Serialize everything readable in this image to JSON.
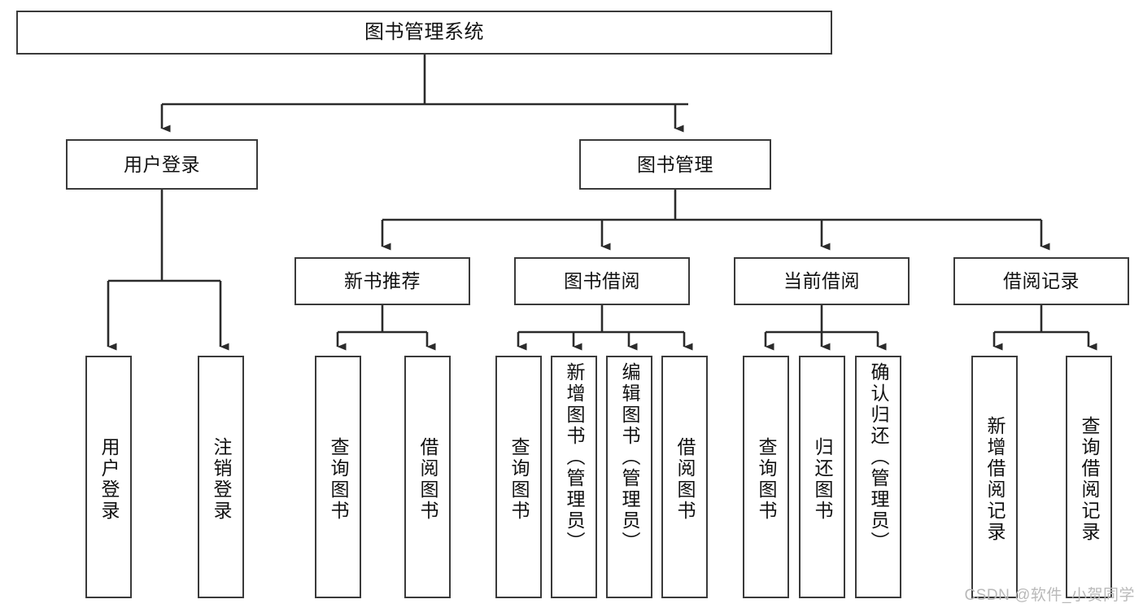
{
  "diagram": {
    "title": "图书管理系统",
    "type": "tree-hierarchy-diagram",
    "watermark": "CSDN @软件_小贺同学",
    "colors": {
      "background": "#ffffff",
      "box_border": "#3a3a3a",
      "box_fill": "#ffffff",
      "connector": "#2b2b2b",
      "text": "#111111",
      "watermark_text": "#b9b9b9"
    },
    "levels": {
      "root": "图书管理系统",
      "level2": [
        "用户登录",
        "图书管理"
      ],
      "level3": [
        "新书推荐",
        "图书借阅",
        "当前借阅",
        "借阅记录"
      ],
      "level4_groups": [
        {
          "parent": "用户登录",
          "children": [
            "用户登录",
            "注销登录"
          ]
        },
        {
          "parent": "新书推荐",
          "children": [
            "查询图书",
            "借阅图书"
          ]
        },
        {
          "parent": "图书借阅",
          "children": [
            "查询图书",
            "新增图书（管理员）",
            "编辑图书（管理员）",
            "借阅图书"
          ]
        },
        {
          "parent": "当前借阅",
          "children": [
            "查询图书",
            "归还图书",
            "确认归还（管理员）"
          ]
        },
        {
          "parent": "借阅记录",
          "children": [
            "新增借阅记录",
            "查询借阅记录"
          ]
        }
      ]
    },
    "nodes": {
      "root": {
        "label": "图书管理系统"
      },
      "user_login": {
        "label": "用户登录"
      },
      "book_manage": {
        "label": "图书管理"
      },
      "new_book_rec": {
        "label": "新书推荐"
      },
      "book_borrow": {
        "label": "图书借阅"
      },
      "current_borrow": {
        "label": "当前借阅"
      },
      "borrow_record": {
        "label": "借阅记录"
      },
      "leaf_user_login": {
        "label": "用户登录"
      },
      "leaf_logout": {
        "label": "注销登录"
      },
      "leaf_query_book_1": {
        "label": "查询图书"
      },
      "leaf_borrow_book_1": {
        "label": "借阅图书"
      },
      "leaf_query_book_2": {
        "label": "查询图书"
      },
      "leaf_add_book": {
        "label": "新增图书（管理员）"
      },
      "leaf_edit_book": {
        "label": "编辑图书（管理员）"
      },
      "leaf_borrow_book_2": {
        "label": "借阅图书"
      },
      "leaf_query_book_3": {
        "label": "查询图书"
      },
      "leaf_return_book": {
        "label": "归还图书"
      },
      "leaf_confirm_return": {
        "label": "确认归还（管理员）"
      },
      "leaf_add_record": {
        "label": "新增借阅记录"
      },
      "leaf_query_record": {
        "label": "查询借阅记录"
      }
    }
  }
}
